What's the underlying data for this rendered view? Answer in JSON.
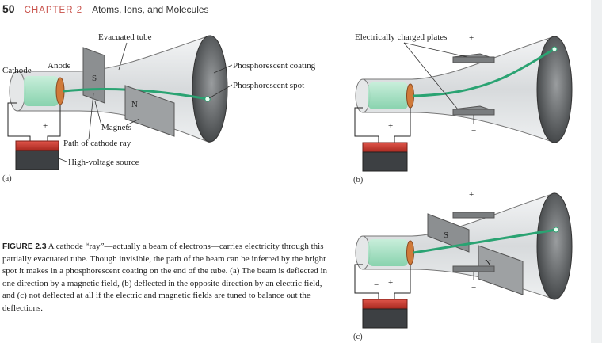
{
  "page": {
    "number": "50",
    "chapter": "CHAPTER 2",
    "chapter_title": "Atoms, Ions, and Molecules"
  },
  "panel_a": {
    "evacuated_tube": "Evacuated tube",
    "cathode": "Cathode",
    "anode": "Anode",
    "magnet_s": "S",
    "magnet_n": "N",
    "phosphorescent_coating": "Phosphorescent coating",
    "phosphorescent_spot": "Phosphorescent spot",
    "magnets": "Magnets",
    "path": "Path of cathode ray",
    "source": "High-voltage source",
    "minus": "−",
    "plus": "+",
    "tag": "(a)"
  },
  "panel_b": {
    "plates": "Electrically charged plates",
    "plus": "+",
    "minus": "−",
    "tag": "(b)"
  },
  "panel_c": {
    "magnet_s": "S",
    "magnet_n": "N",
    "plus": "+",
    "minus": "−",
    "tag": "(c)"
  },
  "caption": {
    "figure": "FIGURE 2.3",
    "text": " A cathode “ray”—actually a beam of electrons—carries electricity through this partially evacuated tube. Though invisible, the path of the beam can be inferred by the bright spot it makes in a phosphorescent coating on the end of the tube. (a) The beam is deflected in one direction by a magnetic field, (b) deflected in the opposite direction by an electric field, and (c) not deflected at all if the electric and magnetic fields are tuned to balance out the deflections."
  },
  "colors": {
    "chapter": "#c8514a",
    "beam": "#2aa372",
    "gas": "#9fe0c0",
    "battery": "#c9382f",
    "plate": "#8a8d8f"
  }
}
